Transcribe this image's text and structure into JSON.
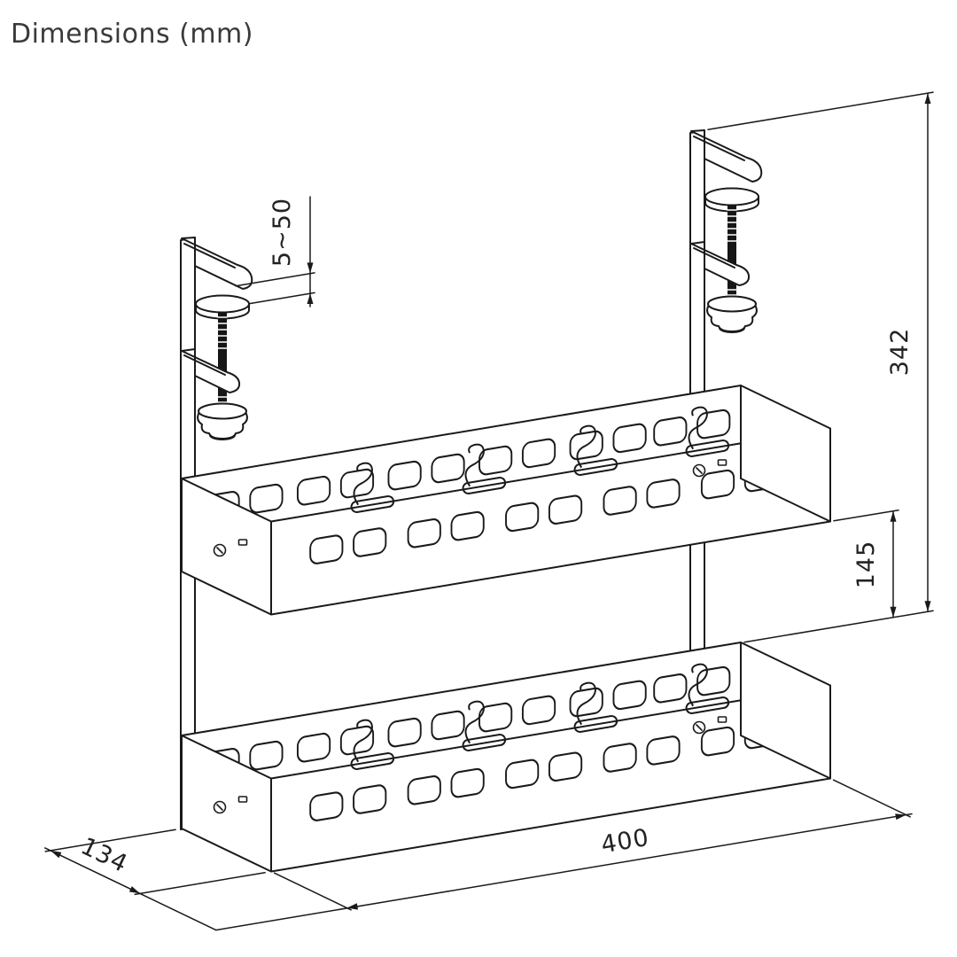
{
  "title": "Dimensions (mm)",
  "dimensions": {
    "clamp_range": "5~50",
    "overall_height": "342",
    "tray_gap": "145",
    "depth": "134",
    "length": "400"
  },
  "colors": {
    "line": "#1a1a1a",
    "text": "#222222",
    "background": "#ffffff"
  }
}
